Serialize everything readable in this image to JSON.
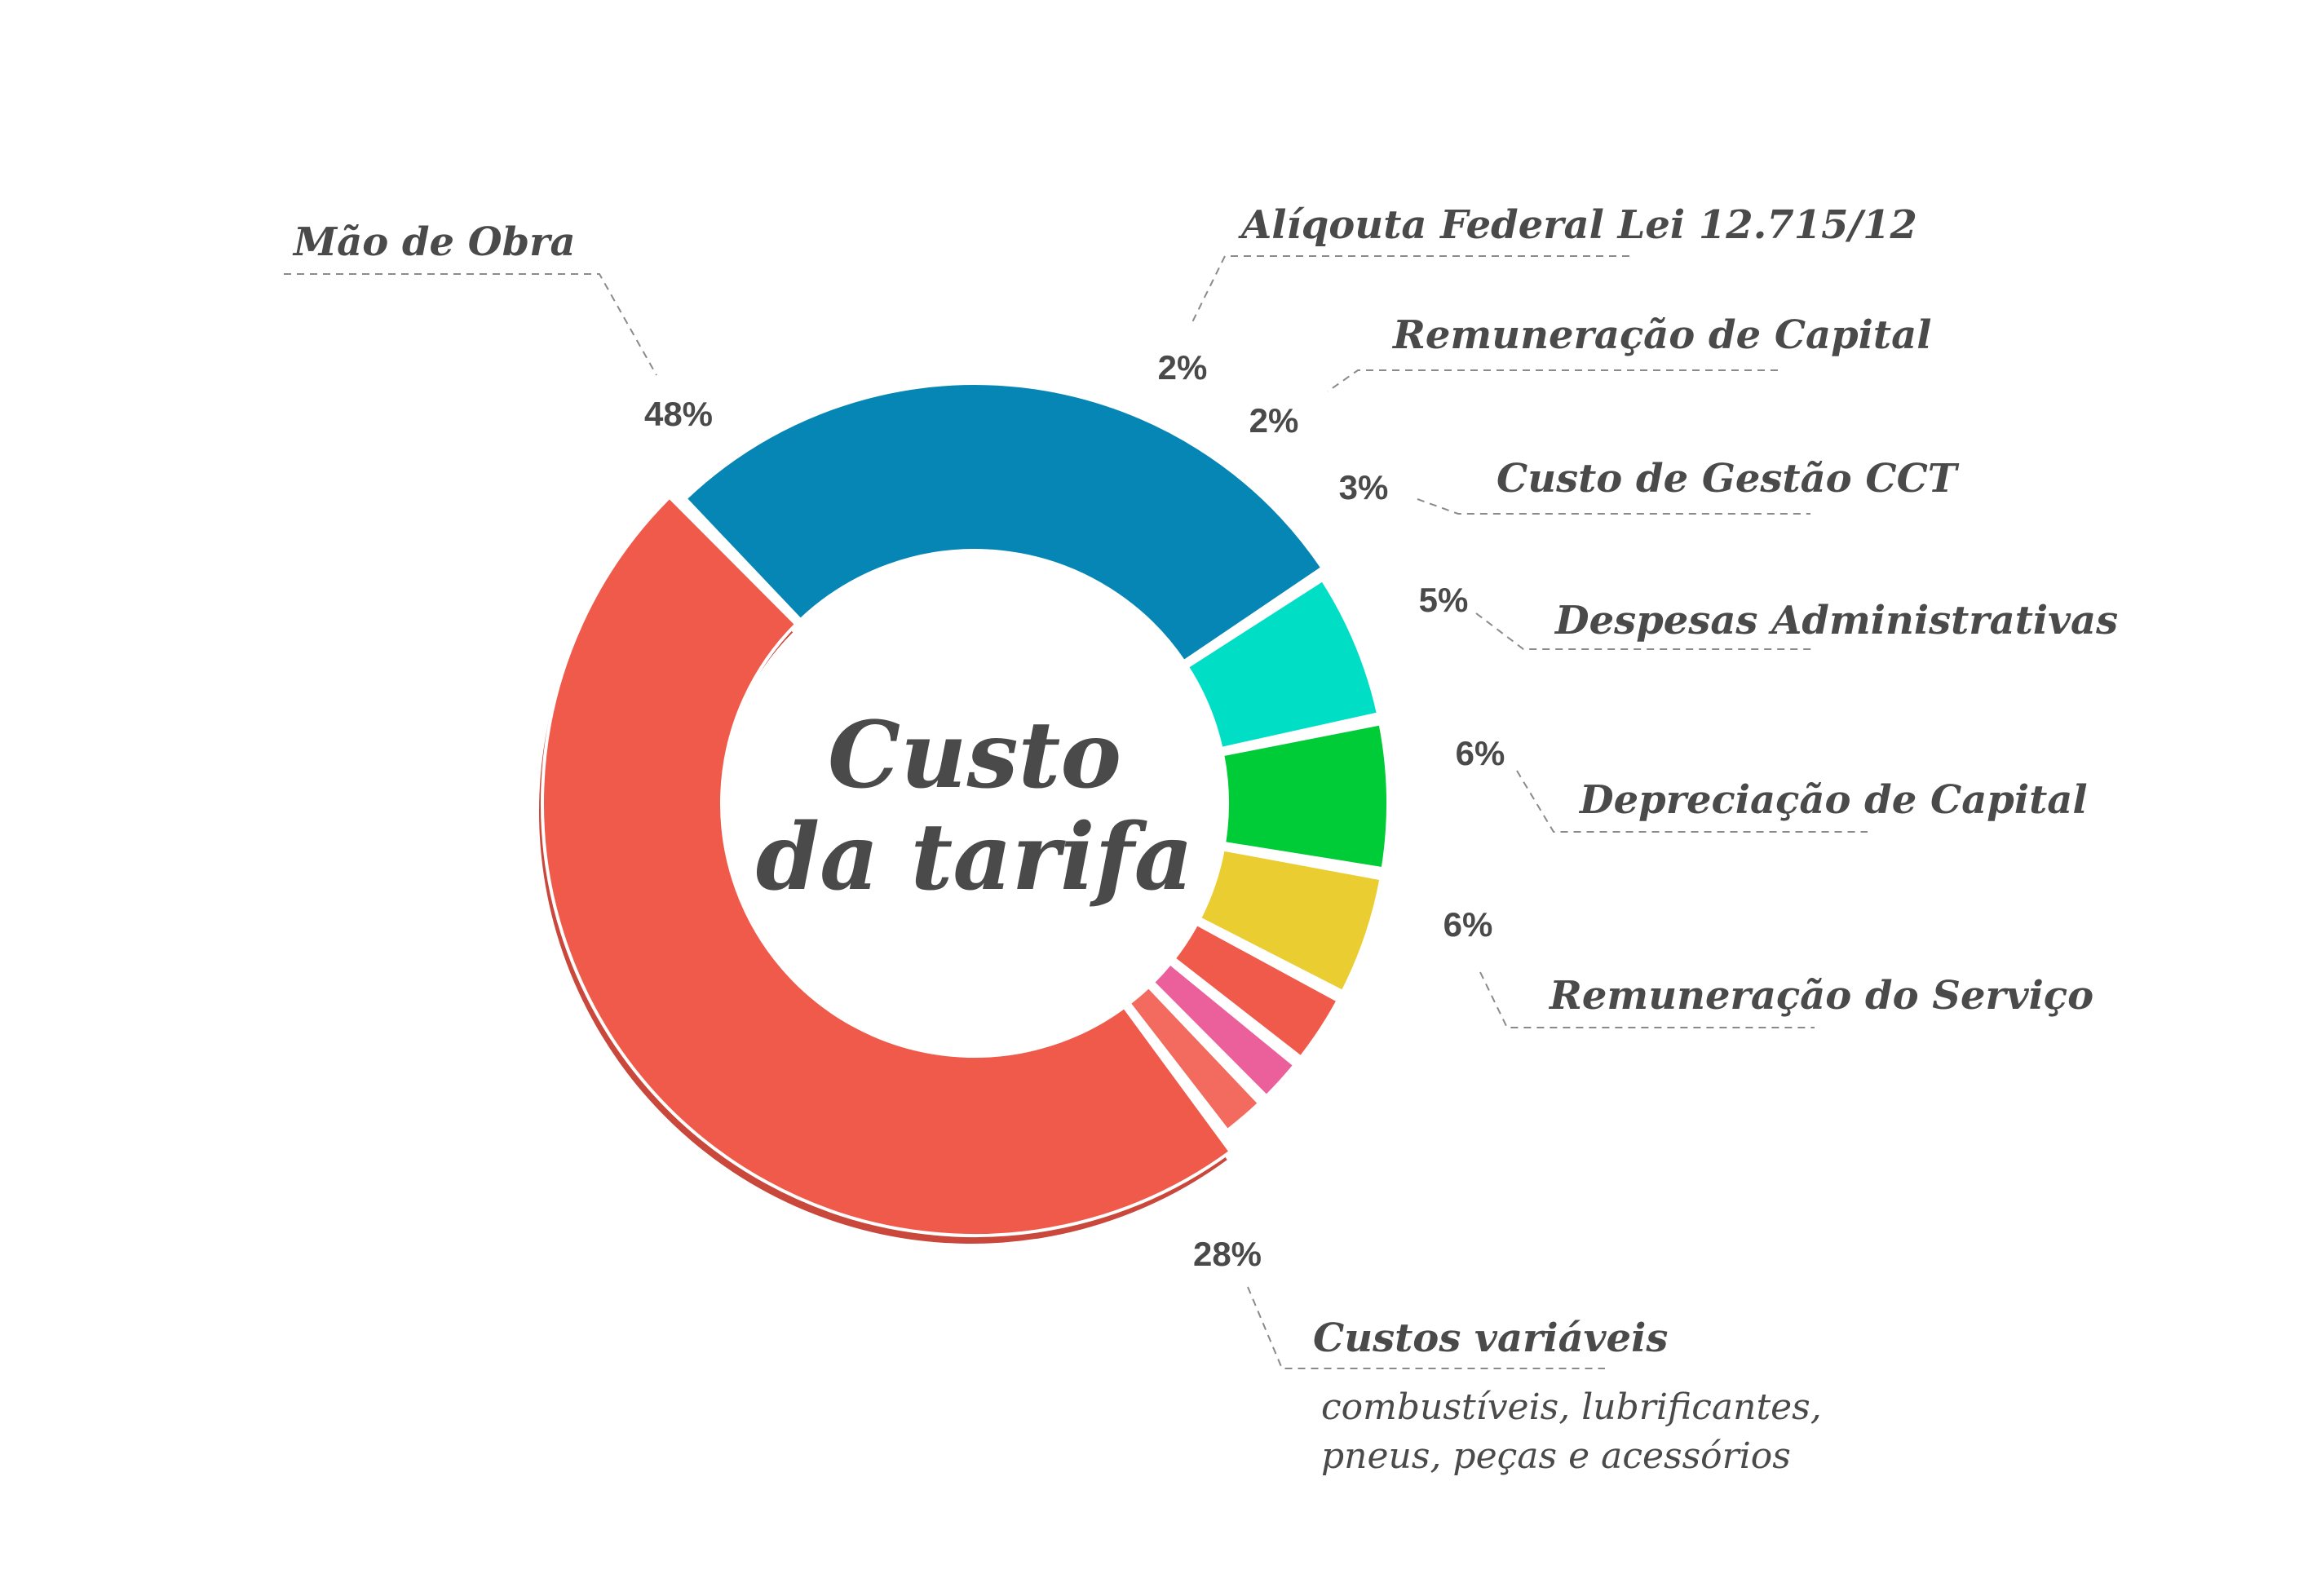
{
  "chart_data": {
    "type": "pie",
    "variant": "donut",
    "title": "",
    "center_label": [
      "Custo",
      "da tarifa"
    ],
    "slices": [
      {
        "label": "Mão de Obra",
        "value": 48,
        "value_label": "48%",
        "color": "#f05a4b"
      },
      {
        "label": "Custos variáveis",
        "sublabel": [
          "combustíveis, lubrificantes,",
          "pneus, peças e acessórios"
        ],
        "value": 28,
        "value_label": "28%",
        "color": "#0586b5"
      },
      {
        "label": "Remuneração do Serviço",
        "value": 6,
        "value_label": "6%",
        "color": "#00dec6"
      },
      {
        "label": "Depreciação de Capital",
        "value": 6,
        "value_label": "6%",
        "color": "#00cc38"
      },
      {
        "label": "Despesas Administrativas",
        "value": 5,
        "value_label": "5%",
        "color": "#eacd30"
      },
      {
        "label": "Custo de Gestão CCT",
        "value": 3,
        "value_label": "3%",
        "color": "#f05a4b"
      },
      {
        "label": "Remuneração de Capital",
        "value": 2,
        "value_label": "2%",
        "color": "#eb5f9b"
      },
      {
        "label": "Alíqouta Federal Lei 12.715/12",
        "value": 2,
        "value_label": "2%",
        "color": "#f26b5e"
      }
    ]
  }
}
